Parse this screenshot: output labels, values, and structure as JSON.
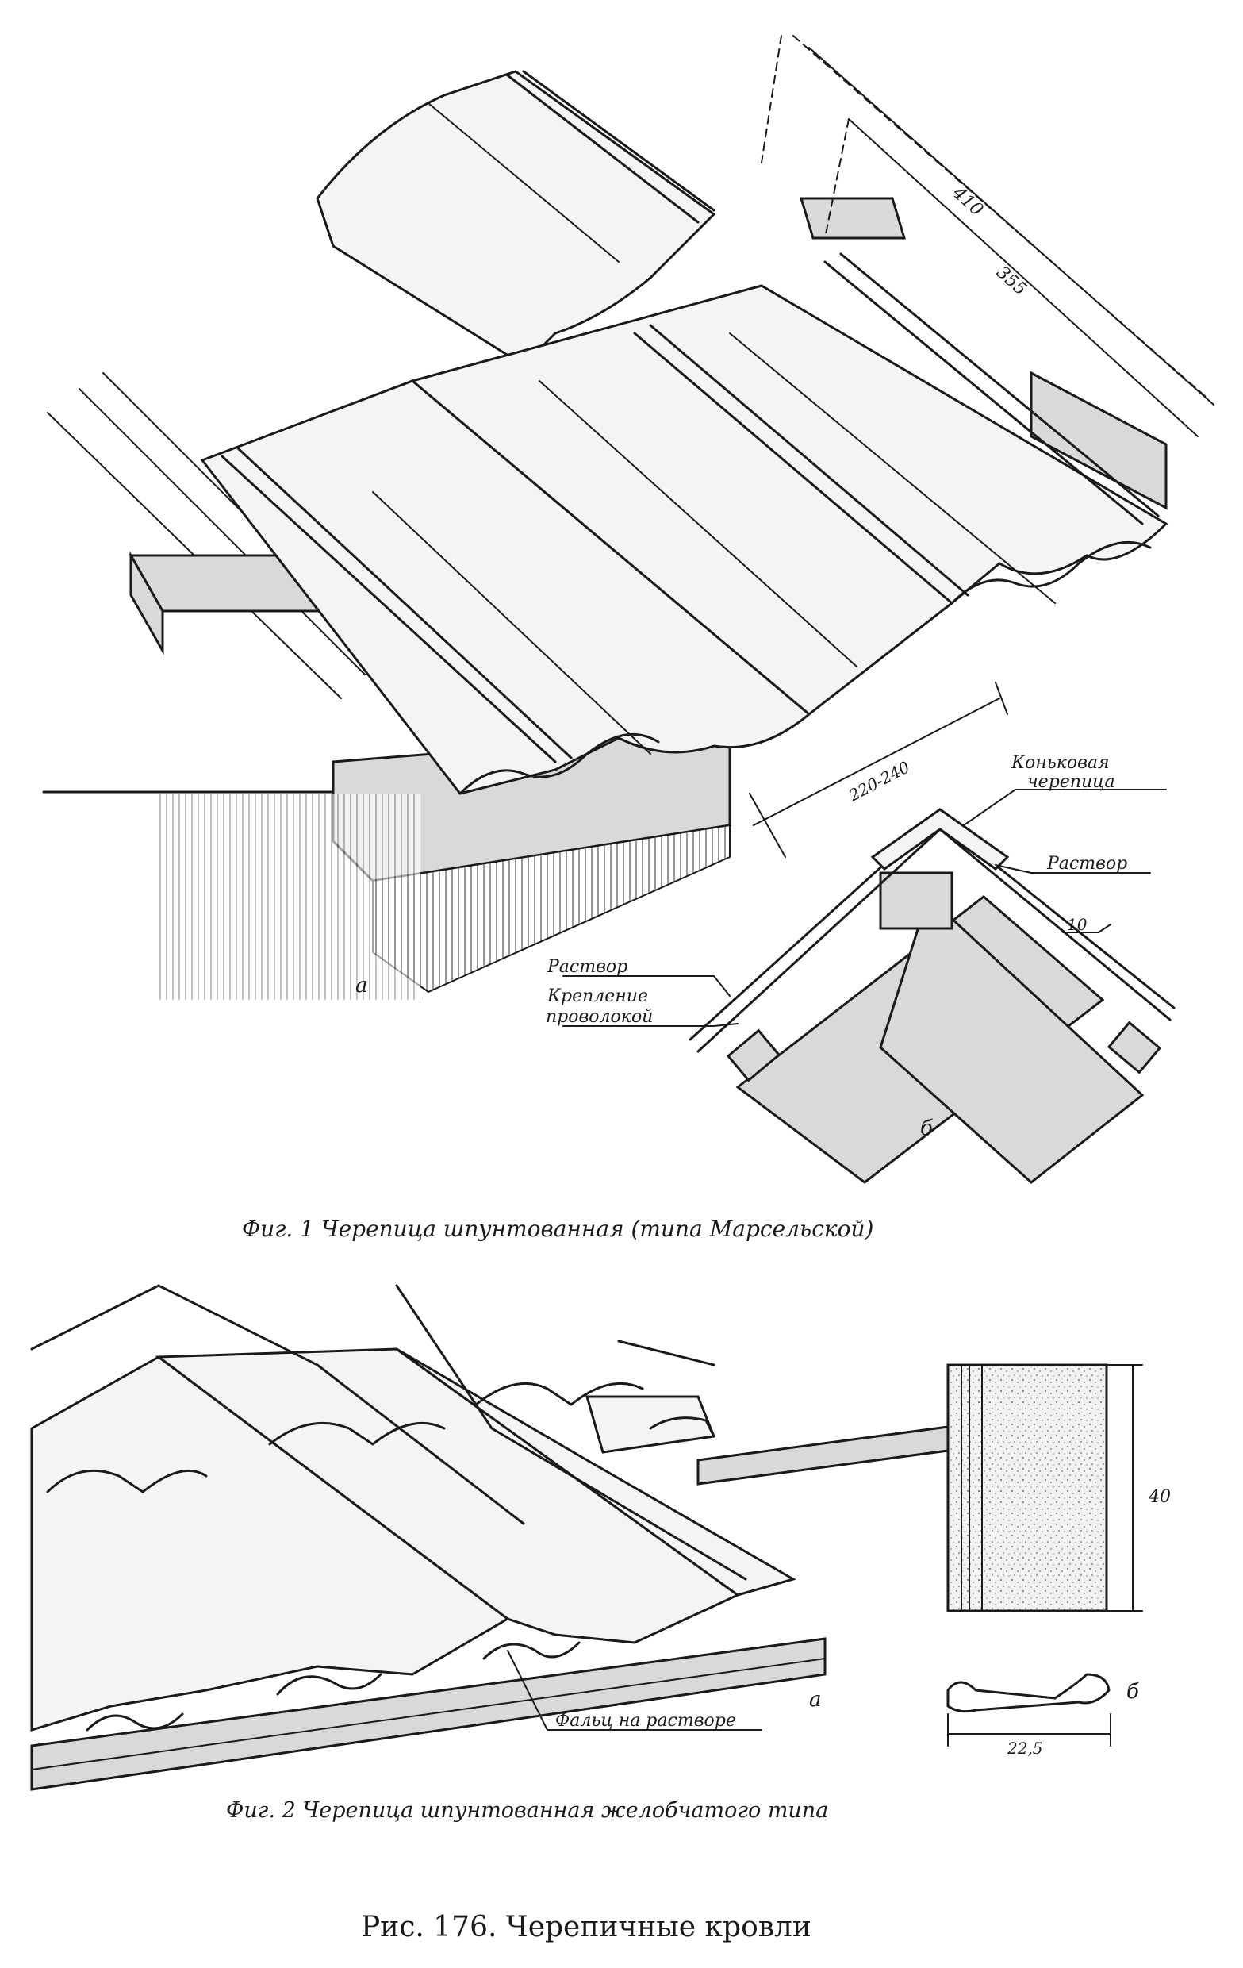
{
  "figure1": {
    "view_a_letter": "а",
    "view_b_letter": "б",
    "dim_410": "410",
    "dim_355": "355",
    "dim_220_240": "220-240",
    "dim_10": "10",
    "label_ridge_tile_line1": "Коньковая",
    "label_ridge_tile_line2": "черепица",
    "label_mortar_right": "Раствор",
    "label_mortar_left": "Раствор",
    "label_wire_line1": "Крепление",
    "label_wire_line2": "проволокой",
    "caption": "Фиг. 1  Черепица  шпунтованная  (типа Марсельской)"
  },
  "figure2": {
    "view_a_letter": "а",
    "view_b_letter": "б",
    "label_seam": "Фальц на растворе",
    "dim_40": "40",
    "dim_22_5": "22,5",
    "caption": "Фиг. 2  Черепица  шпунтованная  желобчатого  типа"
  },
  "main_caption": "Рис. 176. Черепичные кровли",
  "colors": {
    "ink": "#1a1a1a",
    "paper": "#ffffff",
    "tile_fill": "#f4f4f4",
    "wood_fill": "#d9d9d9"
  }
}
